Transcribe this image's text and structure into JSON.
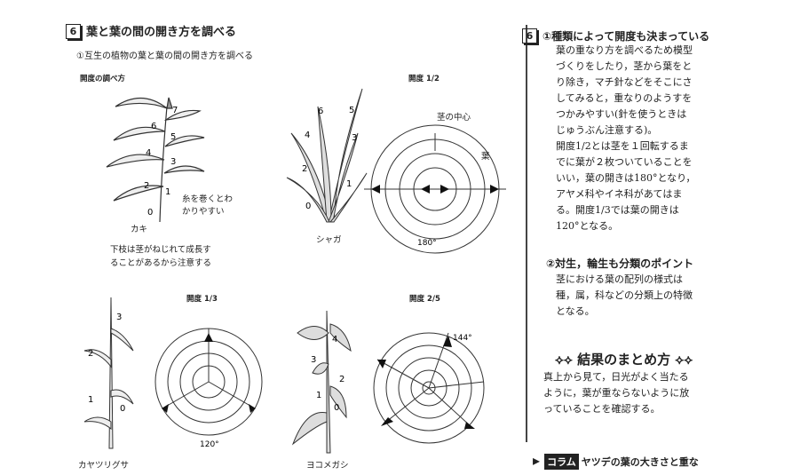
{
  "left": {
    "section_num": "6",
    "title": "葉と葉の間の開き方を調べる",
    "subtitle": "①互生の植物の葉と葉の間の開き方を調べる",
    "how_label": "開度の調べ方",
    "kaki": {
      "numbers": [
        "7",
        "6",
        "5",
        "4",
        "3",
        "2",
        "1",
        "0"
      ],
      "note": "糸を巻くとわかりやすい",
      "note_l1": "糸を巻くとわ",
      "note_l2": "かりやすい",
      "name": "カキ",
      "caution_l1": "下枝は茎がねじれて成長す",
      "caution_l2": "ることがあるから注意する"
    },
    "half": {
      "label": "開度 1/2",
      "numbers": [
        "6",
        "5",
        "4",
        "3",
        "2",
        "1",
        "0"
      ],
      "center_label": "茎の中心",
      "leaf_label": "葉",
      "angle": "180°",
      "plant_name": "シャガ"
    },
    "third": {
      "label": "開度 1/3",
      "numbers": [
        "3",
        "2",
        "1",
        "0"
      ],
      "angle": "120°",
      "plant_name": "カヤツリグサ"
    },
    "twofifths": {
      "label": "開度 2/5",
      "numbers": [
        "4",
        "3",
        "2",
        "1",
        "0"
      ],
      "angle": "144°",
      "plant_name": "ヨコメガシ"
    }
  },
  "right": {
    "section_num": "6",
    "head1": "①種類によって開度も決まっている",
    "para1": [
      "葉の重なり方を調べるため模型",
      "づくりをしたり，茎から葉をと",
      "り除き，マチ針などをそこにさ",
      "してみると，重なりのようすを",
      "つかみやすい(針を使うときは",
      "じゅうぶん注意する)。",
      "開度1/2とは茎を１回転するま",
      "でに葉が２枚ついていることを",
      "いい，葉の開きは180°となり，",
      "アヤメ科やイネ科があてはま",
      "る。開度1/3では葉の開きは",
      "120°となる。"
    ],
    "head2": "②対生，輪生も分類のポイント",
    "para2": [
      "茎における葉の配列の様式は",
      "種，属，科などの分類上の特徴",
      "となる。"
    ],
    "summary_title": "結果のまとめ方",
    "summary": [
      "真上から見て，日光がよく当たる",
      "ように，葉が重ならないように放",
      "っていることを確認する。"
    ],
    "column_badge": "コラム",
    "column_title": "ヤツデの葉の大きさと重な"
  }
}
